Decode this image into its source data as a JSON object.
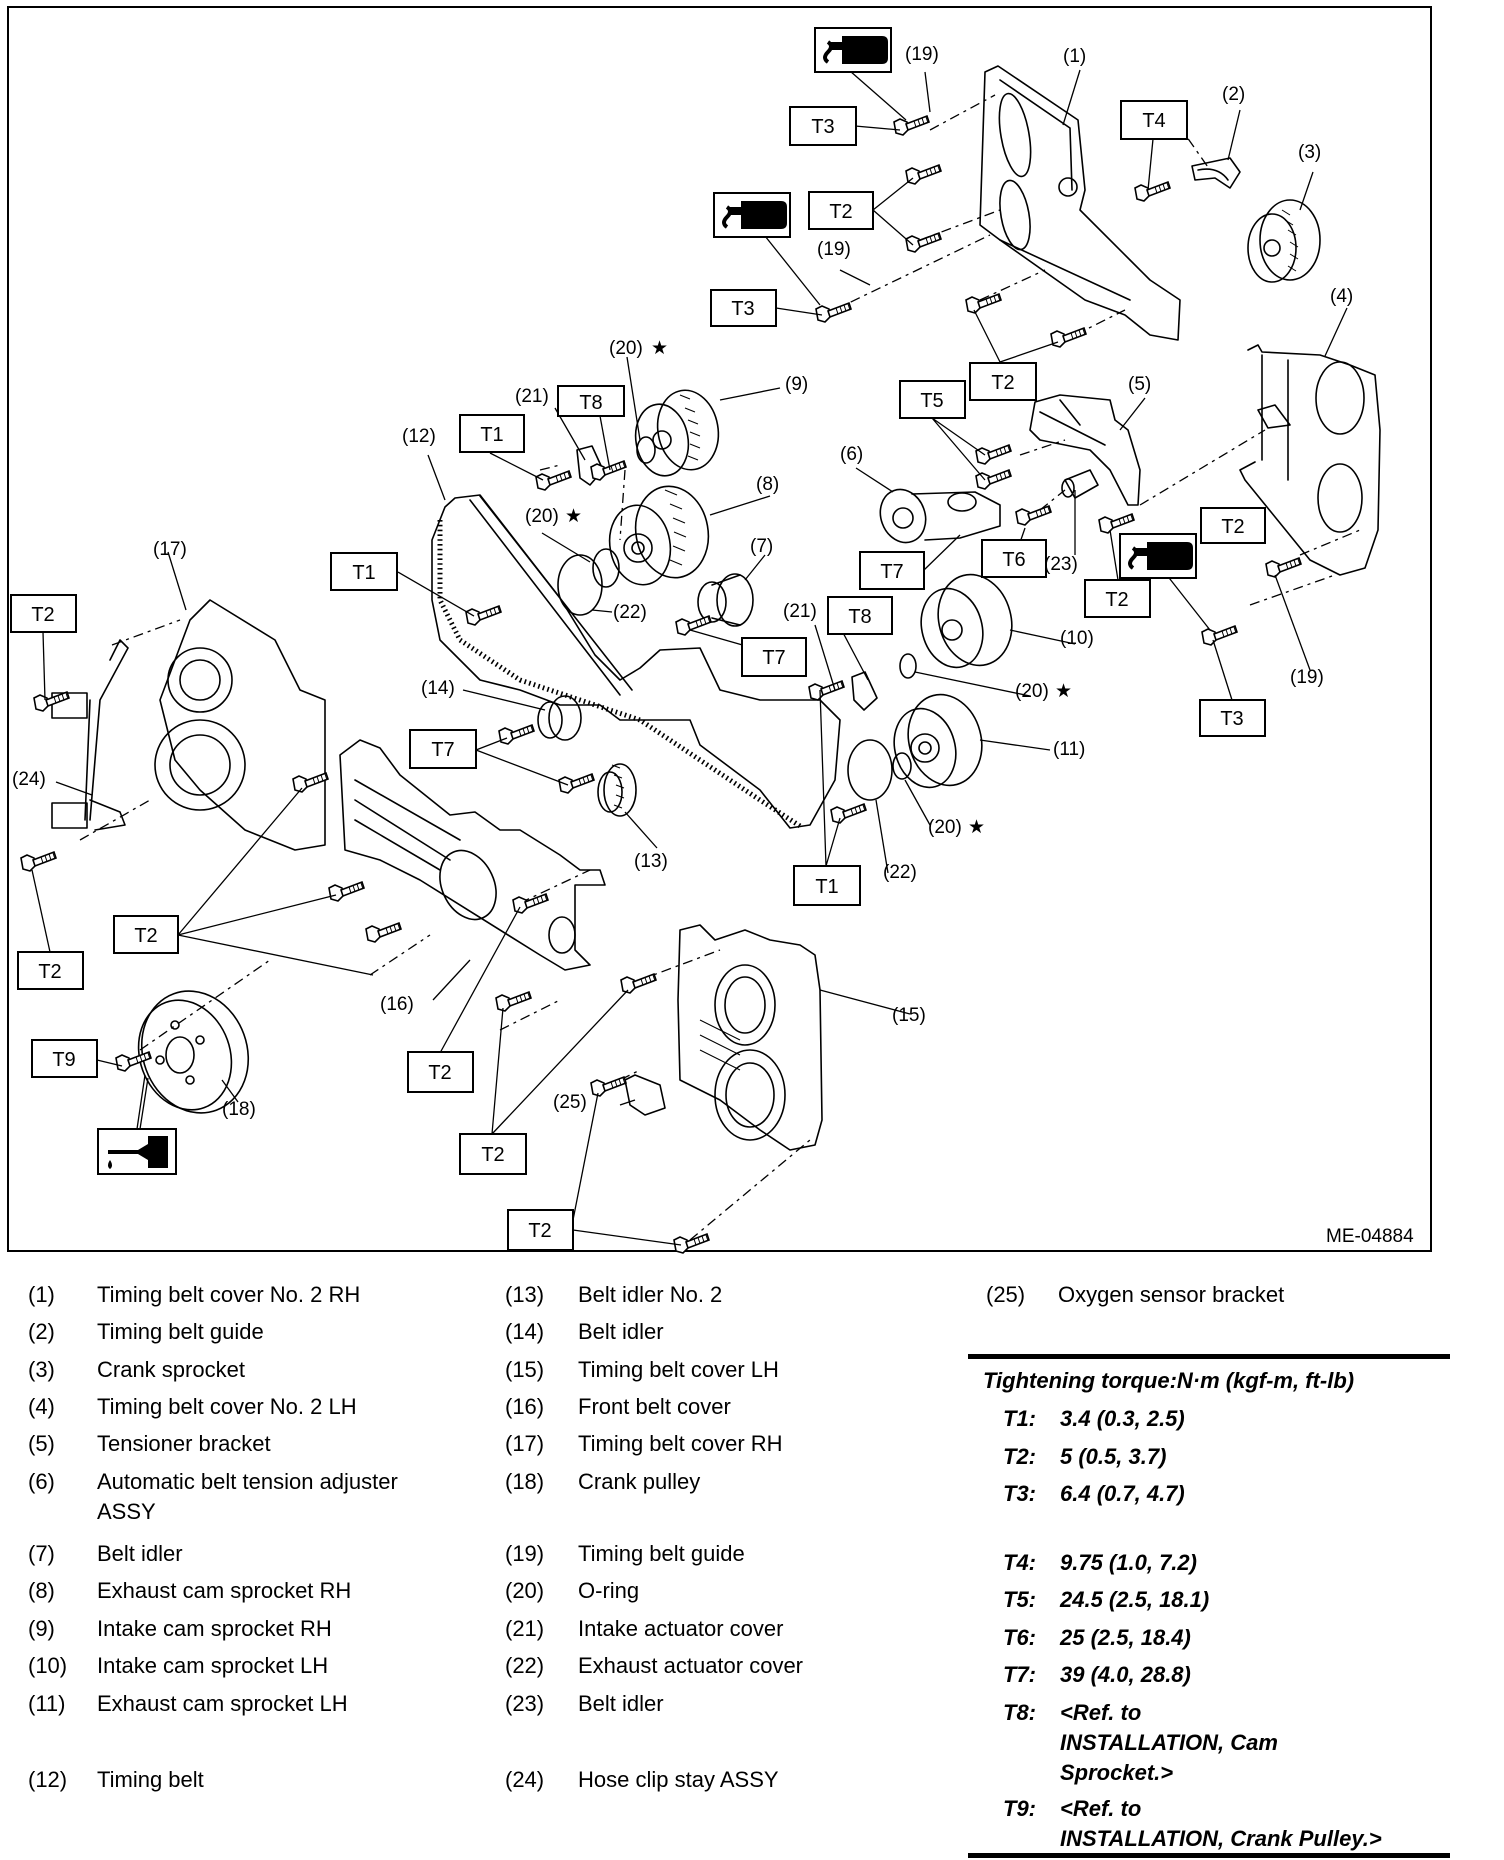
{
  "figure_id": "ME-04884",
  "callouts": {
    "p1": "(1)",
    "p2": "(2)",
    "p3": "(3)",
    "p4": "(4)",
    "p5": "(5)",
    "p6": "(6)",
    "p7": "(7)",
    "p8": "(8)",
    "p9": "(9)",
    "p10": "(10)",
    "p11": "(11)",
    "p12": "(12)",
    "p13": "(13)",
    "p14": "(14)",
    "p15": "(15)",
    "p16": "(16)",
    "p17": "(17)",
    "p18": "(18)",
    "p19": "(19)",
    "p20": "(20)",
    "p21": "(21)",
    "p22": "(22)",
    "p23": "(23)",
    "p24": "(24)",
    "p25": "(25)",
    "star": "★"
  },
  "torque_tags": {
    "T1": "T1",
    "T2": "T2",
    "T3": "T3",
    "T4": "T4",
    "T5": "T5",
    "T6": "T6",
    "T7": "T7",
    "T8": "T8",
    "T9": "T9"
  },
  "symbols": {
    "liquid_gasket": "liquid-gasket-icon",
    "oil": "oil-application-icon"
  },
  "legend": {
    "col1": [
      {
        "num": "(1)",
        "text": "Timing belt cover No. 2 RH"
      },
      {
        "num": "(2)",
        "text": "Timing belt guide"
      },
      {
        "num": "(3)",
        "text": "Crank sprocket"
      },
      {
        "num": "(4)",
        "text": "Timing belt cover No. 2 LH"
      },
      {
        "num": "(5)",
        "text": "Tensioner bracket"
      },
      {
        "num": "(6)",
        "text": "Automatic belt tension adjuster",
        "text2": "ASSY"
      },
      {
        "num": "(7)",
        "text": "Belt idler"
      },
      {
        "num": "(8)",
        "text": "Exhaust cam sprocket RH"
      },
      {
        "num": "(9)",
        "text": "Intake cam sprocket RH"
      },
      {
        "num": "(10)",
        "text": "Intake cam sprocket LH"
      },
      {
        "num": "(11)",
        "text": "Exhaust cam sprocket LH"
      },
      {
        "num": "(12)",
        "text": "Timing belt"
      }
    ],
    "col2": [
      {
        "num": "(13)",
        "text": "Belt idler No. 2"
      },
      {
        "num": "(14)",
        "text": "Belt idler"
      },
      {
        "num": "(15)",
        "text": "Timing belt cover LH"
      },
      {
        "num": "(16)",
        "text": "Front belt cover"
      },
      {
        "num": "(17)",
        "text": "Timing belt cover RH"
      },
      {
        "num": "(18)",
        "text": "Crank pulley"
      },
      {
        "num": "(19)",
        "text": "Timing belt guide"
      },
      {
        "num": "(20)",
        "text": "O-ring"
      },
      {
        "num": "(21)",
        "text": "Intake actuator cover"
      },
      {
        "num": "(22)",
        "text": "Exhaust actuator cover"
      },
      {
        "num": "(23)",
        "text": "Belt idler"
      },
      {
        "num": "(24)",
        "text": "Hose clip stay ASSY"
      }
    ],
    "col3": [
      {
        "num": "(25)",
        "text": "Oxygen sensor bracket"
      }
    ]
  },
  "torque_table": {
    "heading": "Tightening torque:N·m (kgf-m, ft-lb)",
    "rows": [
      {
        "tag": "T1:",
        "value": "3.4 (0.3, 2.5)"
      },
      {
        "tag": "T2:",
        "value": "5 (0.5, 3.7)"
      },
      {
        "tag": "T3:",
        "value": "6.4 (0.7, 4.7)"
      },
      {
        "tag": "T4:",
        "value": "9.75 (1.0, 7.2)"
      },
      {
        "tag": "T5:",
        "value": "24.5 (2.5, 18.1)"
      },
      {
        "tag": "T6:",
        "value": "25 (2.5, 18.4)"
      },
      {
        "tag": "T7:",
        "value": "39 (4.0, 28.8)"
      },
      {
        "tag": "T8:",
        "lines": [
          "<Ref. to",
          "INSTALLATION, Cam",
          "Sprocket.>"
        ]
      },
      {
        "tag": "T9:",
        "lines": [
          "<Ref. to",
          "INSTALLATION, Crank Pulley.>"
        ]
      }
    ]
  }
}
